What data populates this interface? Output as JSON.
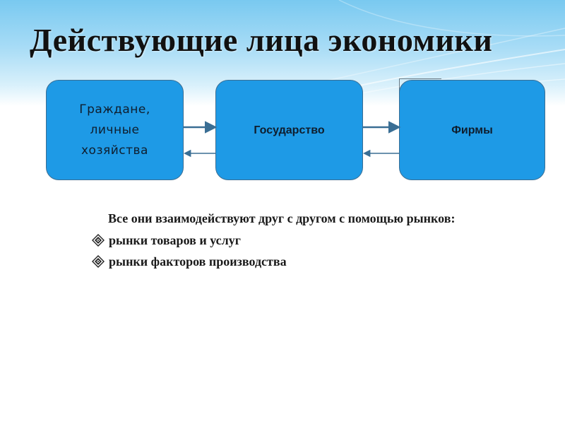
{
  "slide": {
    "title": "Действующие лица экономики"
  },
  "diagram": {
    "boxes": [
      {
        "label": "Граждане,\nличные\nхозяйства"
      },
      {
        "label": "Государство"
      },
      {
        "label": "Фирмы"
      }
    ],
    "colors": {
      "box_fill": "#1e9ae6",
      "box_border": "#3a6e94",
      "arrow": "#3a6e94",
      "header_sky": "#79c9f0"
    }
  },
  "text": {
    "intro": "Все они взаимодействуют друг с другом с помощью рынков:",
    "bullets": [
      "рынки товаров и услуг",
      "рынки факторов производства"
    ],
    "bullet_icon": "diamond-ornament-icon"
  }
}
